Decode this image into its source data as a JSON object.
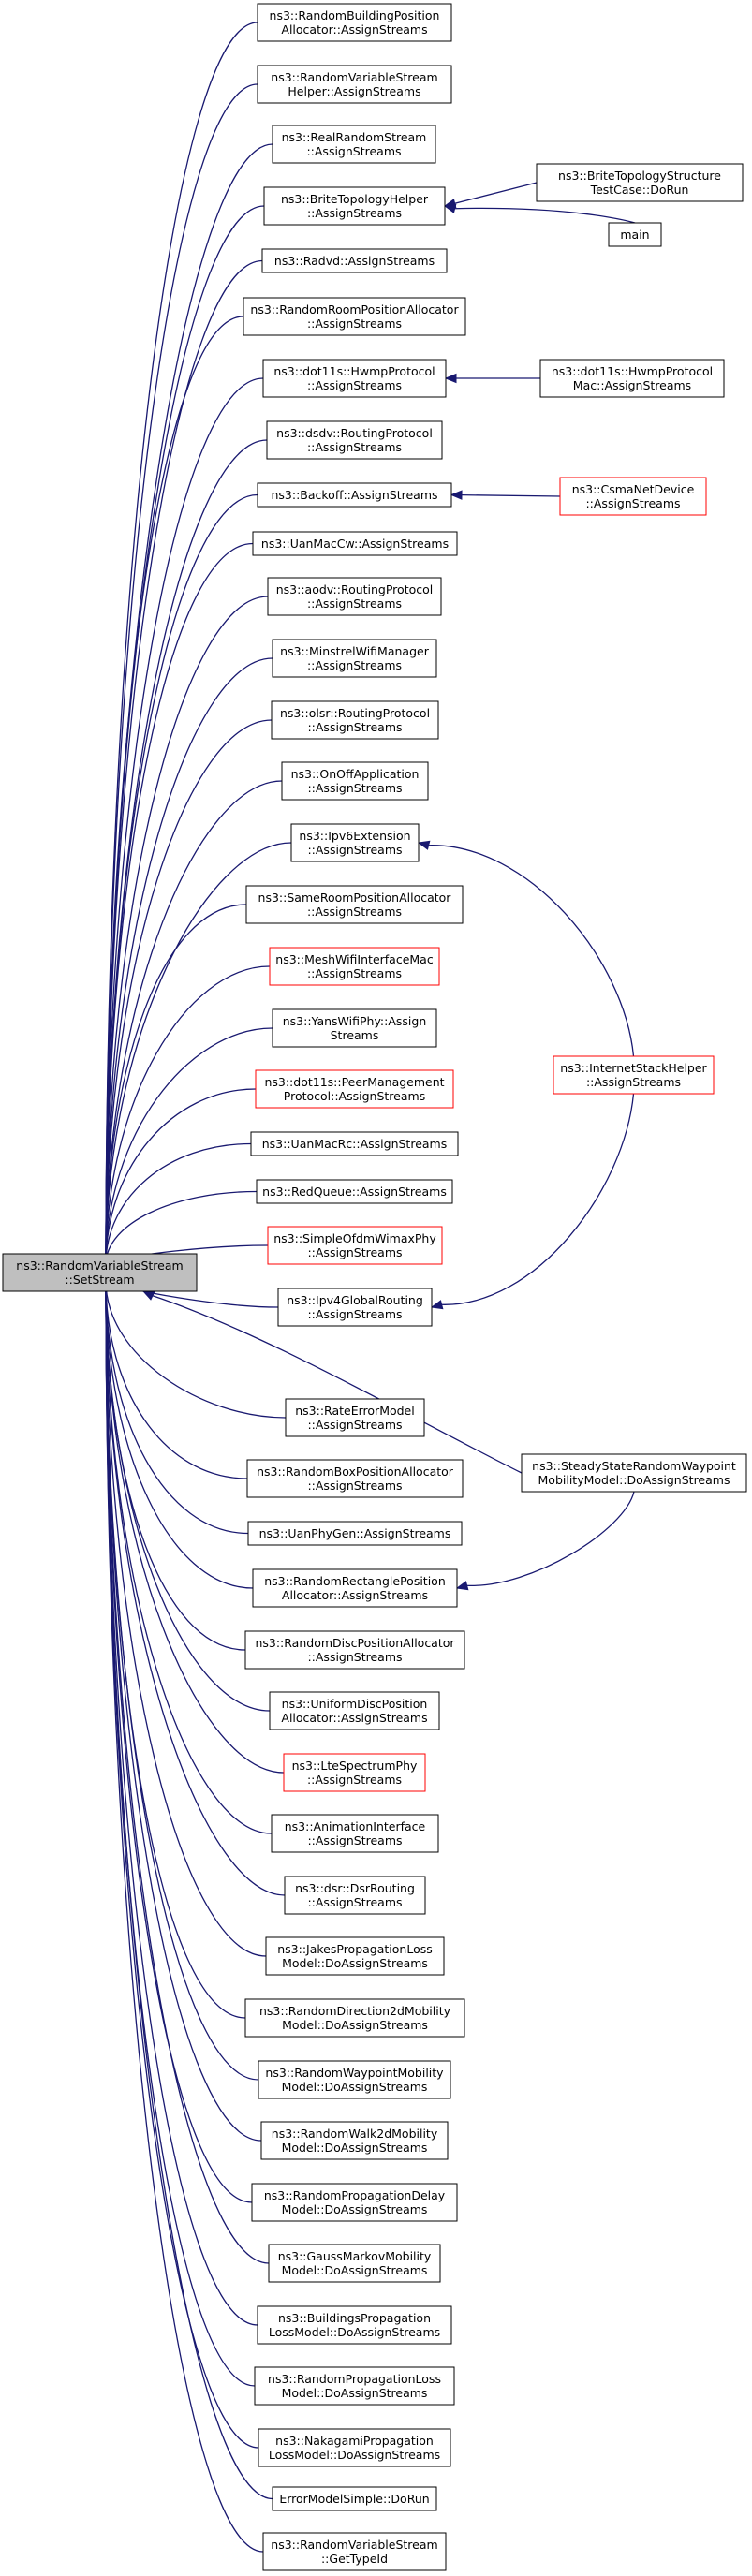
{
  "root": {
    "id": "root",
    "lines": [
      "ns3::RandomVariableStream",
      "::SetStream"
    ],
    "style": "root"
  },
  "callers": [
    {
      "id": "n1",
      "lines": [
        "ns3::RandomBuildingPosition",
        "Allocator::AssignStreams"
      ]
    },
    {
      "id": "n2",
      "lines": [
        "ns3::RandomVariableStream",
        "Helper::AssignStreams"
      ]
    },
    {
      "id": "n3",
      "lines": [
        "ns3::RealRandomStream",
        "::AssignStreams"
      ]
    },
    {
      "id": "n4",
      "lines": [
        "ns3::BriteTopologyHelper",
        "::AssignStreams"
      ]
    },
    {
      "id": "n5",
      "lines": [
        "ns3::Radvd::AssignStreams"
      ]
    },
    {
      "id": "n6",
      "lines": [
        "ns3::RandomRoomPositionAllocator",
        "::AssignStreams"
      ]
    },
    {
      "id": "n7",
      "lines": [
        "ns3::dot11s::HwmpProtocol",
        "::AssignStreams"
      ]
    },
    {
      "id": "n8",
      "lines": [
        "ns3::dsdv::RoutingProtocol",
        "::AssignStreams"
      ]
    },
    {
      "id": "n9",
      "lines": [
        "ns3::Backoff::AssignStreams"
      ]
    },
    {
      "id": "n10",
      "lines": [
        "ns3::UanMacCw::AssignStreams"
      ]
    },
    {
      "id": "n11",
      "lines": [
        "ns3::aodv::RoutingProtocol",
        "::AssignStreams"
      ]
    },
    {
      "id": "n12",
      "lines": [
        "ns3::MinstrelWifiManager",
        "::AssignStreams"
      ]
    },
    {
      "id": "n13",
      "lines": [
        "ns3::olsr::RoutingProtocol",
        "::AssignStreams"
      ]
    },
    {
      "id": "n14",
      "lines": [
        "ns3::OnOffApplication",
        "::AssignStreams"
      ]
    },
    {
      "id": "n15",
      "lines": [
        "ns3::Ipv6Extension",
        "::AssignStreams"
      ]
    },
    {
      "id": "n16",
      "lines": [
        "ns3::SameRoomPositionAllocator",
        "::AssignStreams"
      ]
    },
    {
      "id": "n17",
      "lines": [
        "ns3::MeshWifiInterfaceMac",
        "::AssignStreams"
      ],
      "style": "red"
    },
    {
      "id": "n18",
      "lines": [
        "ns3::YansWifiPhy::Assign",
        "Streams"
      ]
    },
    {
      "id": "n19",
      "lines": [
        "ns3::dot11s::PeerManagement",
        "Protocol::AssignStreams"
      ],
      "style": "red"
    },
    {
      "id": "n20",
      "lines": [
        "ns3::UanMacRc::AssignStreams"
      ]
    },
    {
      "id": "n21",
      "lines": [
        "ns3::RedQueue::AssignStreams"
      ]
    },
    {
      "id": "n22",
      "lines": [
        "ns3::SimpleOfdmWimaxPhy",
        "::AssignStreams"
      ],
      "style": "red"
    },
    {
      "id": "n23",
      "lines": [
        "ns3::Ipv4GlobalRouting",
        "::AssignStreams"
      ]
    },
    {
      "id": "n24",
      "lines": [
        "ns3::RateErrorModel",
        "::AssignStreams"
      ]
    },
    {
      "id": "n25",
      "lines": [
        "ns3::RandomBoxPositionAllocator",
        "::AssignStreams"
      ]
    },
    {
      "id": "n26",
      "lines": [
        "ns3::UanPhyGen::AssignStreams"
      ]
    },
    {
      "id": "n27",
      "lines": [
        "ns3::RandomRectanglePosition",
        "Allocator::AssignStreams"
      ]
    },
    {
      "id": "n28",
      "lines": [
        "ns3::RandomDiscPositionAllocator",
        "::AssignStreams"
      ]
    },
    {
      "id": "n29",
      "lines": [
        "ns3::UniformDiscPosition",
        "Allocator::AssignStreams"
      ]
    },
    {
      "id": "n30",
      "lines": [
        "ns3::LteSpectrumPhy",
        "::AssignStreams"
      ],
      "style": "red"
    },
    {
      "id": "n31",
      "lines": [
        "ns3::AnimationInterface",
        "::AssignStreams"
      ]
    },
    {
      "id": "n32",
      "lines": [
        "ns3::dsr::DsrRouting",
        "::AssignStreams"
      ]
    },
    {
      "id": "n33",
      "lines": [
        "ns3::JakesPropagationLoss",
        "Model::DoAssignStreams"
      ]
    },
    {
      "id": "n34",
      "lines": [
        "ns3::RandomDirection2dMobility",
        "Model::DoAssignStreams"
      ]
    },
    {
      "id": "n35",
      "lines": [
        "ns3::RandomWaypointMobility",
        "Model::DoAssignStreams"
      ]
    },
    {
      "id": "n36",
      "lines": [
        "ns3::RandomWalk2dMobility",
        "Model::DoAssignStreams"
      ]
    },
    {
      "id": "n37",
      "lines": [
        "ns3::RandomPropagationDelay",
        "Model::DoAssignStreams"
      ]
    },
    {
      "id": "n38",
      "lines": [
        "ns3::GaussMarkovMobility",
        "Model::DoAssignStreams"
      ]
    },
    {
      "id": "n39",
      "lines": [
        "ns3::BuildingsPropagation",
        "LossModel::DoAssignStreams"
      ]
    },
    {
      "id": "n40",
      "lines": [
        "ns3::RandomPropagationLoss",
        "Model::DoAssignStreams"
      ]
    },
    {
      "id": "n41",
      "lines": [
        "ns3::NakagamiPropagation",
        "LossModel::DoAssignStreams"
      ]
    },
    {
      "id": "n42",
      "lines": [
        "ErrorModelSimple::DoRun"
      ]
    },
    {
      "id": "n43",
      "lines": [
        "ns3::RandomVariableStream",
        "::GetTypeId"
      ]
    }
  ],
  "second_level": [
    {
      "id": "s1",
      "lines": [
        "ns3::BriteTopologyStructure",
        "TestCase::DoRun"
      ]
    },
    {
      "id": "s2",
      "lines": [
        "main"
      ]
    },
    {
      "id": "s3",
      "lines": [
        "ns3::dot11s::HwmpProtocol",
        "Mac::AssignStreams"
      ]
    },
    {
      "id": "s4",
      "lines": [
        "ns3::CsmaNetDevice",
        "::AssignStreams"
      ],
      "style": "red"
    },
    {
      "id": "s5",
      "lines": [
        "ns3::InternetStackHelper",
        "::AssignStreams"
      ],
      "style": "red"
    },
    {
      "id": "s6",
      "lines": [
        "ns3::SteadyStateRandomWaypoint",
        "MobilityModel::DoAssignStreams"
      ]
    }
  ],
  "extra_edges": [
    {
      "from": "s1",
      "to": "n4"
    },
    {
      "from": "s2",
      "to": "n4"
    },
    {
      "from": "s3",
      "to": "n7"
    },
    {
      "from": "s4",
      "to": "n9"
    },
    {
      "from": "s5",
      "to": "n15"
    },
    {
      "from": "s5",
      "to": "n23"
    },
    {
      "from": "s6",
      "to": "n27"
    },
    {
      "from": "s6",
      "to": "root"
    }
  ]
}
